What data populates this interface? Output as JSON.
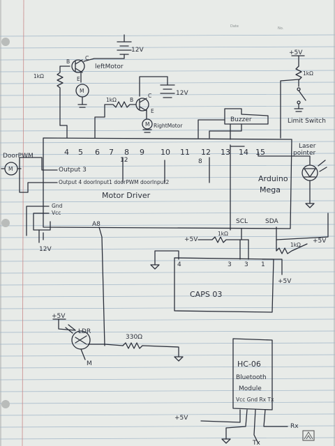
{
  "paper_header": {
    "date": "Date",
    "no": "No."
  },
  "left_motor": {
    "label": "leftMotor",
    "battery": "12V",
    "transistor_b": "B",
    "transistor_c": "C",
    "transistor_e": "E",
    "resistor": "1kΩ",
    "motor": "M"
  },
  "right_motor": {
    "label": "RightMotor",
    "battery": "12V",
    "transistor_b": "B",
    "transistor_c": "C",
    "transistor_e": "E",
    "resistor": "1kΩ",
    "motor": "M"
  },
  "buzzer": {
    "label": "Buzzer"
  },
  "limit_switch": {
    "supply": "+5V",
    "resistor": "1kΩ",
    "label": "Limit Switch"
  },
  "door_motor": {
    "label": "DoorPWM",
    "motor": "M"
  },
  "arduino": {
    "pins": [
      "4",
      "5",
      "6",
      "7",
      "8",
      "9",
      "10",
      "11",
      "12",
      "13",
      "14",
      "15"
    ],
    "pin12_label": "12",
    "pin8_label": "8",
    "name_line1": "Arduino",
    "name_line2": "Mega",
    "scl": "SCL",
    "sda": "SDA",
    "a8": "A8"
  },
  "motor_driver": {
    "output3": "Output 3",
    "output_line": "Output 4 doorInput1 doorPWM doorInput2",
    "name": "Motor Driver",
    "gnd": "Gnd",
    "vcc": "Vcc",
    "battery": "12V"
  },
  "laser": {
    "label_line1": "Laser",
    "label_line2": "pointer"
  },
  "i2c": {
    "supply": "+5V",
    "resistor1": "1kΩ",
    "resistor2": "1kΩ",
    "supply2": "+5V"
  },
  "caps": {
    "name": "CAPS 03",
    "pins": [
      "4",
      "3",
      "3",
      "1"
    ],
    "supply": "+5V"
  },
  "ldr": {
    "supply": "+5V",
    "label": "LDR",
    "ground_label": "M",
    "resistor": "330Ω"
  },
  "bluetooth": {
    "name_line1": "HC-06",
    "name_line2": "Bluetooth",
    "name_line3": "Module",
    "pins_label": "Vcc Gnd Rx Tx",
    "supply": "+5V",
    "tx": "Tx",
    "rx": "Rx"
  }
}
